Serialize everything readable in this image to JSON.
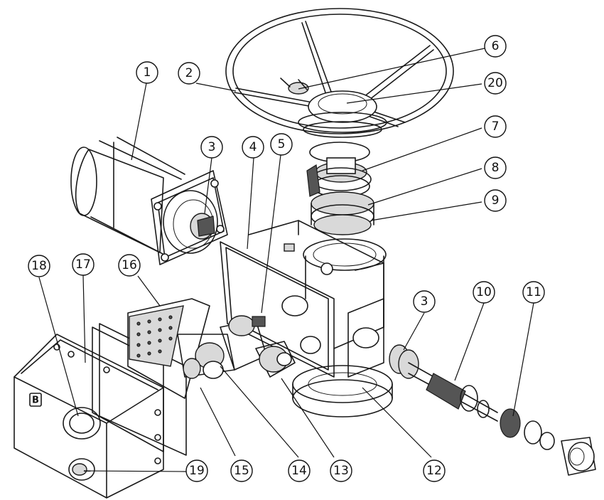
{
  "diagram": {
    "callouts": [
      {
        "label": "1"
      },
      {
        "label": "2"
      },
      {
        "label": "3"
      },
      {
        "label": "4"
      },
      {
        "label": "5"
      },
      {
        "label": "6"
      },
      {
        "label": "20"
      },
      {
        "label": "7"
      },
      {
        "label": "8"
      },
      {
        "label": "9"
      },
      {
        "label": "3"
      },
      {
        "label": "10"
      },
      {
        "label": "11"
      },
      {
        "label": "18"
      },
      {
        "label": "17"
      },
      {
        "label": "16"
      },
      {
        "label": "19"
      },
      {
        "label": "15"
      },
      {
        "label": "14"
      },
      {
        "label": "13"
      },
      {
        "label": "12"
      }
    ],
    "cover_logo": "B"
  }
}
